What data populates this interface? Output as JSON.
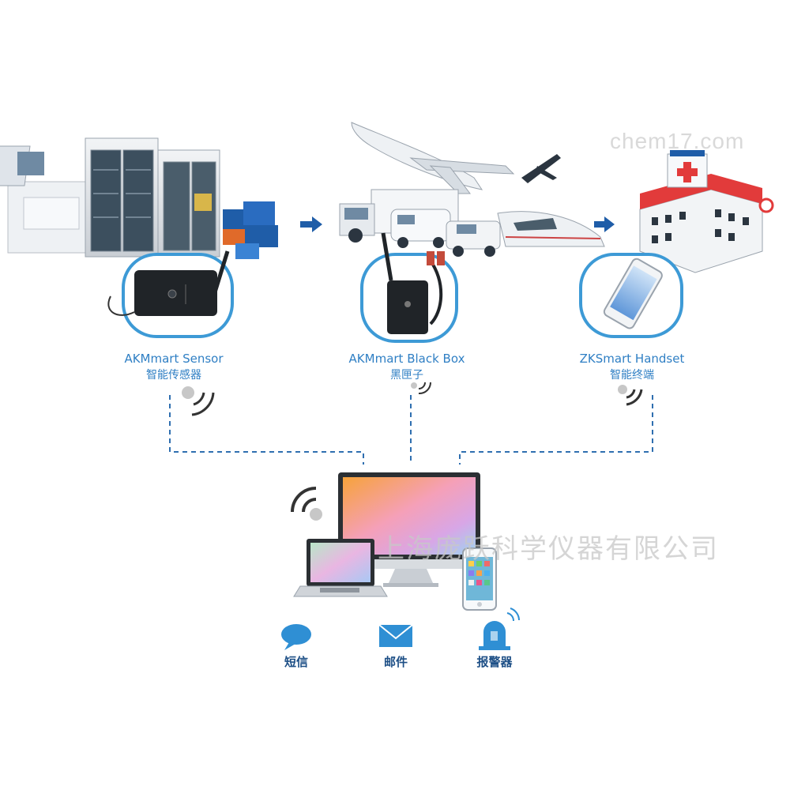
{
  "watermarks": {
    "top": "chem17.com",
    "middle": "上海庞跃科学仪器有限公司"
  },
  "devices": [
    {
      "name_en": "AKMmart Sensor",
      "name_zh": "智能传感器"
    },
    {
      "name_en": "AKMmart Black Box",
      "name_zh": "黑匣子"
    },
    {
      "name_en": "ZKSmart Handset",
      "name_zh": "智能终端"
    }
  ],
  "alerts": [
    {
      "label": "短信",
      "icon": "chat-bubble-icon"
    },
    {
      "label": "邮件",
      "icon": "envelope-icon"
    },
    {
      "label": "报警器",
      "icon": "alarm-light-icon"
    }
  ],
  "colors": {
    "accent_blue": "#2f7fc4",
    "ring_blue": "#3d9ad6",
    "dashed_line": "#2f6fb0",
    "arrow_blue": "#1f5da8"
  }
}
